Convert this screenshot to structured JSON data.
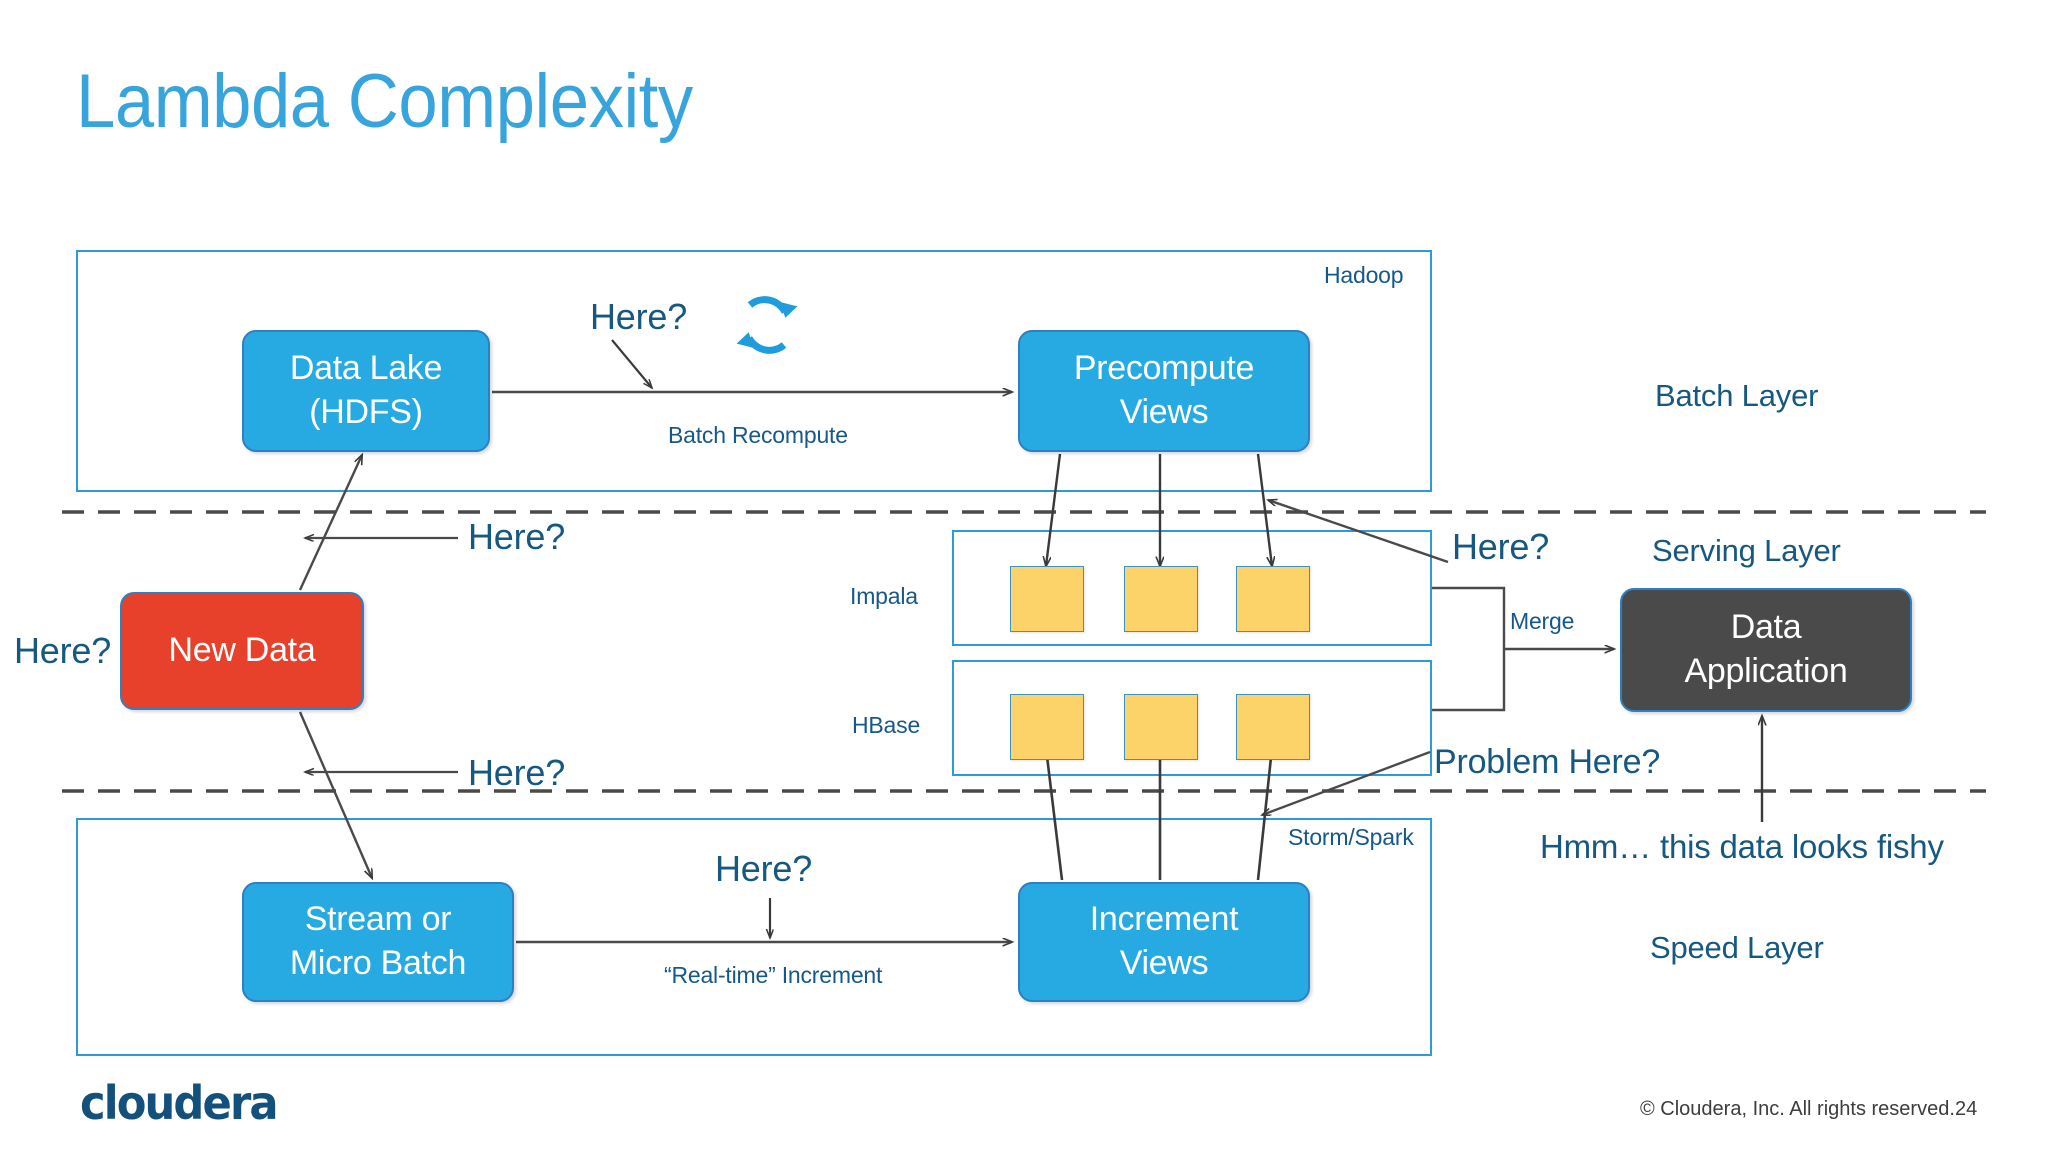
{
  "slide": {
    "title": "Lambda Complexity",
    "page_number": "24",
    "copyright": "© Cloudera, Inc. All rights reserved.",
    "logo_text": "cloudera"
  },
  "colors": {
    "title_blue": "#38A4DC",
    "node_blue": "#27A9E1",
    "node_red": "#E8412B",
    "node_dark": "#4A4A4A",
    "view_tile_yellow": "#FBD368",
    "label_blue": "#16587F",
    "container_border": "#2E9BD6",
    "logo_navy": "#13517C"
  },
  "nodes": {
    "data_lake": "Data Lake\n(HDFS)",
    "data_lake_line1": "Data Lake",
    "data_lake_line2": "(HDFS)",
    "precompute_line1": "Precompute",
    "precompute_line2": "Views",
    "new_data": "New Data",
    "stream_line1": "Stream or",
    "stream_line2": "Micro Batch",
    "increment_line1": "Increment",
    "increment_line2": "Views",
    "data_app_line1": "Data",
    "data_app_line2": "Application"
  },
  "annotations": {
    "here": "Here?",
    "here_batch": "Here?",
    "here_newdata_up": "Here?",
    "here_newdata_down": "Here?",
    "here_left": "Here?",
    "here_serving": "Here?",
    "here_speed": "Here?",
    "problem_here": "Problem Here?",
    "fishy": "Hmm… this data looks fishy"
  },
  "edge_labels": {
    "batch_recompute": "Batch Recompute",
    "realtime_increment": "“Real-time” Increment",
    "merge": "Merge"
  },
  "tech_labels": {
    "hadoop": "Hadoop",
    "impala": "Impala",
    "hbase": "HBase",
    "storm_spark": "Storm/Spark"
  },
  "layer_labels": {
    "batch_layer": "Batch Layer",
    "serving_layer": "Serving Layer",
    "speed_layer": "Speed Layer"
  },
  "icons": {
    "refresh": "refresh-cycle-icon"
  },
  "view_tiles": {
    "impala_count": 3,
    "hbase_count": 3
  }
}
